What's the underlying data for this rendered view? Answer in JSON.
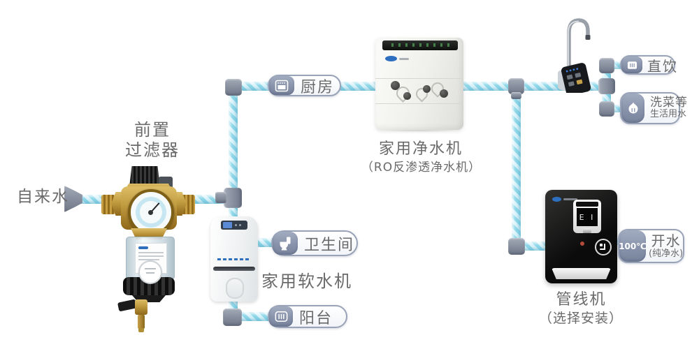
{
  "labels": {
    "tap_water": "自来水",
    "prefilter_line1": "前置",
    "prefilter_line2": "过滤器",
    "purifier_name": "家用净水机",
    "purifier_sub": "（RO反渗透净水机）",
    "softener_name": "家用软水机",
    "pipeline_name": "管线机",
    "pipeline_sub": "（选择安装）"
  },
  "badges": {
    "kitchen": {
      "label": "厨房",
      "icon": "oven-icon"
    },
    "bathroom": {
      "label": "卫生间",
      "icon": "toilet-icon"
    },
    "balcony": {
      "label": "阳台",
      "icon": "railing-icon"
    },
    "direct_drink": {
      "label": "直饮",
      "icon": "cup-icon"
    },
    "washing": {
      "line1": "洗菜等",
      "line2": "生活用水",
      "icon": "vegetable-icon"
    },
    "hot_water": {
      "line1": "开水",
      "line2": "(纯净水)",
      "temp": "100℃"
    }
  },
  "devices": {
    "pipeline_screen": "E I"
  },
  "colors": {
    "pipe_stripe": "#8fd8ea",
    "pipe_light": "#d9f3fa",
    "fitting_gray": "#8c94a3",
    "badge_border": "#99a3b7",
    "icon_bg": "#8893ab",
    "label_text": "#6a6a6a"
  }
}
